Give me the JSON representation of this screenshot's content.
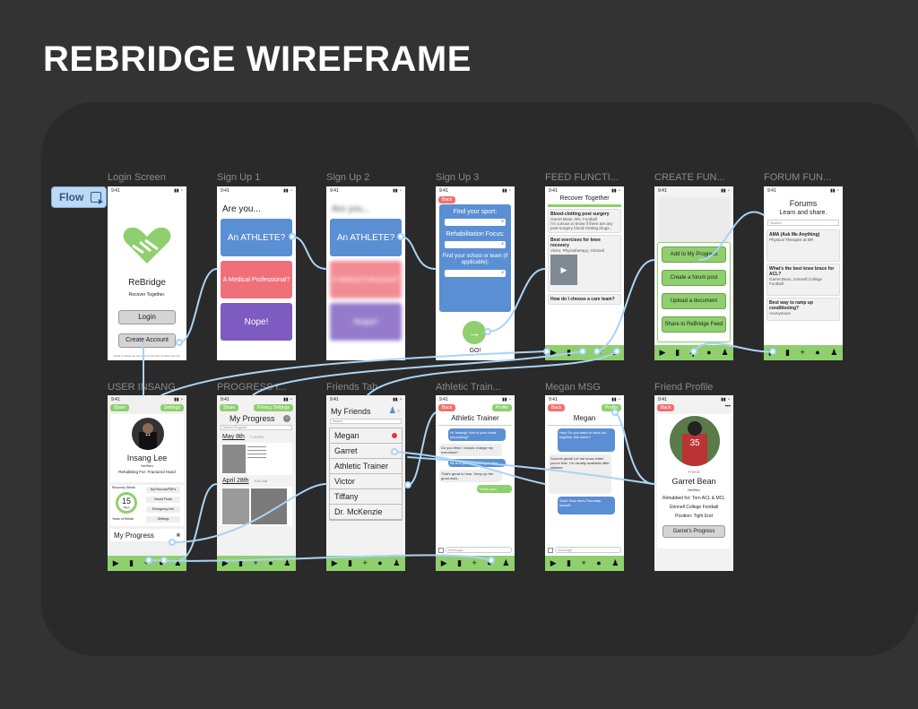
{
  "page_title": "REBRIDGE WIREFRAME",
  "flow_label": "Flow",
  "labels": {
    "login": "Login Screen",
    "signup1": "Sign Up 1",
    "signup2": "Sign Up 2",
    "signup3": "Sign Up 3",
    "feed": "FEED FUNCTI...",
    "create": "CREATE FUN...",
    "forum": "FORUM FUN...",
    "user": "USER INSANG",
    "progress": "PROGRESS I...",
    "friends": "Friends Tab",
    "athletic": "Athletic Train...",
    "megan": "Megan MSG",
    "friend_profile": "Friend Profile"
  },
  "status_time": "9:41",
  "login": {
    "app_name": "ReBridge",
    "tagline": "Recover Together.",
    "login_btn": "Login",
    "create_btn": "Create Account",
    "footer": "Read to actual we can get you the best & ideal care yet!"
  },
  "signup1": {
    "question": "Are you...",
    "athlete": "An ATHLETE?",
    "medical": "A Medical Professional?",
    "nope": "Nope!"
  },
  "signup2": {
    "question": "Are you...",
    "athlete": "An ATHLETE?",
    "medical": "A Medical Professional?",
    "nope": "Nope!"
  },
  "signup3": {
    "back": "Back",
    "sport": "Find your sport:",
    "rehab": "Rehabilitation Focus:",
    "school": "Find your school or team (if applicable):",
    "go": "GO!"
  },
  "feed": {
    "header": "Recover Together",
    "post1_title": "Blood-clotting post surgery",
    "post1_sub": "Garret Bean, RN, Football",
    "post1_body": "I'm curious to know if there are any post-surgery blood-clotting drugs...",
    "post2_title": "Best exercises for knee recovery",
    "post2_sub": "Victor, Physiotherapy, Grinnell",
    "post3_title": "How do I choose a care team?"
  },
  "create": {
    "add_progress": "Add to My Progress",
    "create_post": "Create a forum post",
    "upload": "Upload a document",
    "share": "Share to ReBridge Feed"
  },
  "forum": {
    "title": "Forums",
    "subtitle": "Learn and share.",
    "search": "Search",
    "post1_title": "AMA (Ask Me Anything)",
    "post1_sub": "Physical Therapist at BR",
    "post2_title": "What's the best knee brace for ACL?",
    "post2_sub": "Garret Bean, Grinnell College Football",
    "post3_title": "Best way to ramp up conditioning?",
    "post3_sub": "Anonymous"
  },
  "user": {
    "share": "Share",
    "settings": "Settings",
    "name": "Insang Lee",
    "pronouns": "He/Him",
    "rehab": "Rehabbing For: Fractured Hand",
    "streak_label": "Recovery Streak",
    "streak": "15",
    "days": "Days",
    "rec_label": "Years of Rehab",
    "menu1": "My Records/PDFs",
    "menu2": "Saved Posts",
    "menu3": "Emergency Info",
    "menu4": "Settings",
    "my_progress": "My Progress"
  },
  "progress": {
    "share": "Share",
    "privacy": "Privacy Settings",
    "title": "My Progress",
    "search": "Search Progress",
    "date1": "May 8th",
    "time1": "7:16 PM",
    "date2": "April 28th",
    "time2": "9:25 AM"
  },
  "friends": {
    "title": "My Friends",
    "search": "Search",
    "list": [
      "Megan",
      "Garret",
      "Athletic Trainer",
      "Victor",
      "Tiffany",
      "Dr. McKenzie"
    ]
  },
  "athletic": {
    "back": "Back",
    "profile": "Profile",
    "title": "Athletic Trainer",
    "m1": "Hi, Insang! How is your hand recovering?",
    "m2": "Do you think I should change my exercises?",
    "m3": "Bit of a pain but getting better!",
    "m4": "That's great to hear. Keep up the good work.",
    "m5": "Thank you!",
    "message": "Message..."
  },
  "megan": {
    "back": "Back",
    "profile": "Profile",
    "title": "Megan",
    "m1": "Hey! Do you want to work out together this week?",
    "m2": "Sounds great! Let me know when you're free. I'm usually available after classes.",
    "m3": "Sure! How does Thursday sound?",
    "message": "Message..."
  },
  "friend_profile": {
    "back": "Back",
    "relation": "Friend",
    "name": "Garret Bean",
    "pronouns": "He/Him",
    "rehab": "Rehabbed for: Torn ACL & MCL",
    "team": "Grinnell College Football",
    "position": "Position: Tight End",
    "progress_btn": "Garret's Progress",
    "jersey": "35"
  },
  "nav_icons": [
    "play-icon",
    "book-icon",
    "plus-icon",
    "chat-icon",
    "user-icon"
  ],
  "colors": {
    "background": "#333333",
    "canvas": "#2a2a2a",
    "green": "#8fcf6e",
    "blue": "#5b8fd3",
    "red": "#f0707a",
    "purple": "#7d5bc0",
    "flowline": "#a9d4f5"
  }
}
